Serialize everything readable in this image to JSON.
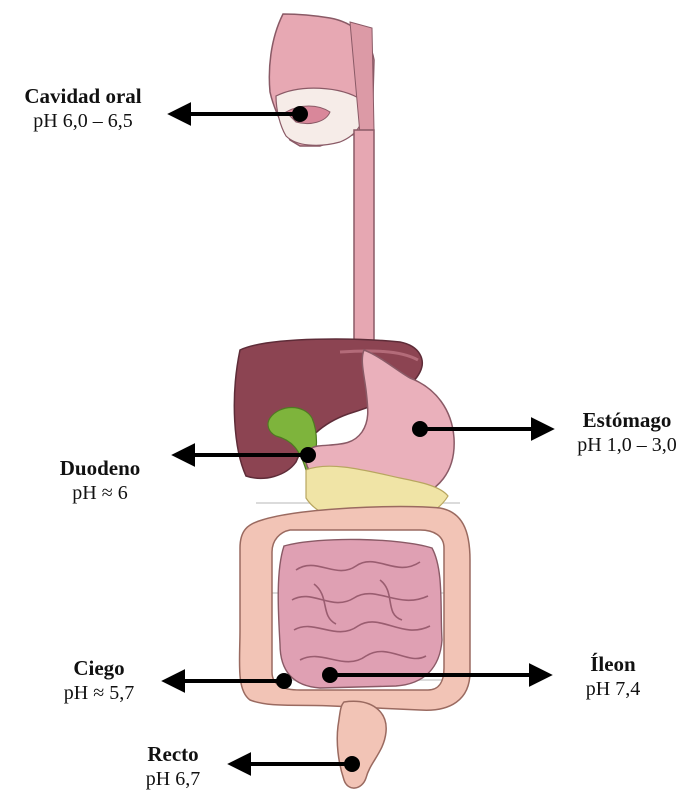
{
  "labels": {
    "oral": {
      "name": "Cavidad oral",
      "ph": "pH 6,0 – 6,5"
    },
    "stomach": {
      "name": "Estómago",
      "ph": "pH 1,0 – 3,0"
    },
    "duodenum": {
      "name": "Duodeno",
      "ph": "pH ≈ 6"
    },
    "cecum": {
      "name": "Ciego",
      "ph": "pH ≈ 5,7"
    },
    "ileum": {
      "name": "Íleon",
      "ph": "pH 7,4"
    },
    "rectum": {
      "name": "Recto",
      "ph": "pH 6,7"
    }
  },
  "colors": {
    "arrow": "#000000",
    "organ_pink": "#e8a9b4",
    "organ_outline": "#8a5a66",
    "liver": "#8a4552",
    "gallbladder": "#7bb53a",
    "pancreas": "#f0e4a6",
    "colon": "#f2c4b6",
    "intestine": "#dfa1b3"
  }
}
